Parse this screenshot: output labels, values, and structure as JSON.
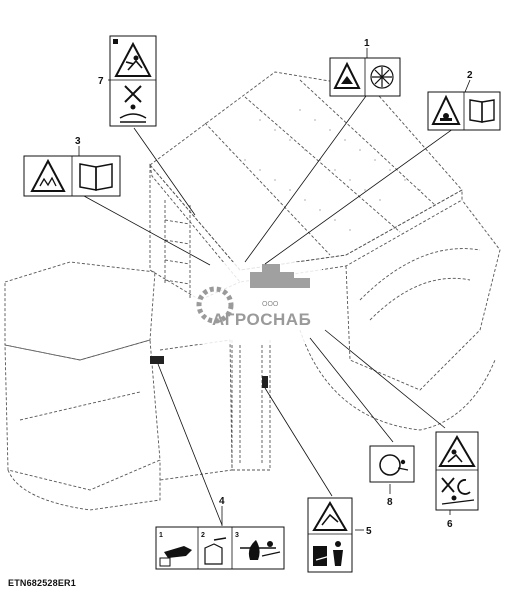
{
  "drawing_id": "ETN682528ER1",
  "watermark": {
    "company_prefix": "ООО",
    "company_name": "АГРОСНАБ"
  },
  "callouts": [
    {
      "id": "1",
      "label": "1"
    },
    {
      "id": "2",
      "label": "2"
    },
    {
      "id": "3",
      "label": "3"
    },
    {
      "id": "4",
      "label": "4"
    },
    {
      "id": "5",
      "label": "5"
    },
    {
      "id": "6",
      "label": "6"
    },
    {
      "id": "7",
      "label": "7"
    },
    {
      "id": "8",
      "label": "8"
    }
  ],
  "decal_4_panels": [
    "1",
    "2",
    "3"
  ],
  "decals": [
    {
      "callout": "1",
      "icons": [
        "warning-triangle-icon",
        "circular-blade-icon"
      ]
    },
    {
      "callout": "2",
      "icons": [
        "warning-triangle-icon",
        "operator-manual-icon"
      ]
    },
    {
      "callout": "3",
      "icons": [
        "warning-triangle-icon",
        "operator-manual-icon"
      ]
    },
    {
      "callout": "4",
      "icons": [
        "hand-pump-icon",
        "fuel-can-icon",
        "no-fire-icon"
      ]
    },
    {
      "callout": "5",
      "icons": [
        "warning-triangle-icon",
        "stay-clear-icon"
      ]
    },
    {
      "callout": "6",
      "icons": [
        "warning-triangle-icon",
        "rotating-parts-icon"
      ]
    },
    {
      "callout": "7",
      "icons": [
        "warning-triangle-icon",
        "fall-hazard-icon"
      ]
    },
    {
      "callout": "8",
      "icons": [
        "roller-icon"
      ]
    }
  ]
}
